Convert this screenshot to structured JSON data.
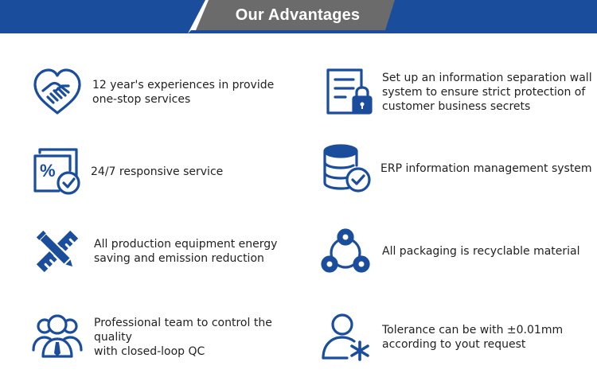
{
  "header": {
    "title": "Our Advantages"
  },
  "colors": {
    "brand_blue": "#1a4d9c",
    "banner_grey": "#6b6b6b",
    "text": "#222222"
  },
  "advantages": [
    {
      "icon": "handshake-heart-icon",
      "text": "12 year's experiences in provide\none-stop services"
    },
    {
      "icon": "document-lock-icon",
      "text": "Set up an information separation wall\nsystem to ensure strict protection of\ncustomer business secrets"
    },
    {
      "icon": "percent-check-icon",
      "text": "24/7 responsive service"
    },
    {
      "icon": "database-check-icon",
      "text": "ERP information management system"
    },
    {
      "icon": "pencil-ruler-icon",
      "text": "All production equipment energy\nsaving and emission reduction"
    },
    {
      "icon": "recycle-nodes-icon",
      "text": "All packaging is recyclable material"
    },
    {
      "icon": "team-icon",
      "text": "Professional team to control the  quality\n with closed-loop QC"
    },
    {
      "icon": "person-asterisk-icon",
      "text": "Tolerance can be with ±0.01mm\naccording to yout request"
    }
  ]
}
